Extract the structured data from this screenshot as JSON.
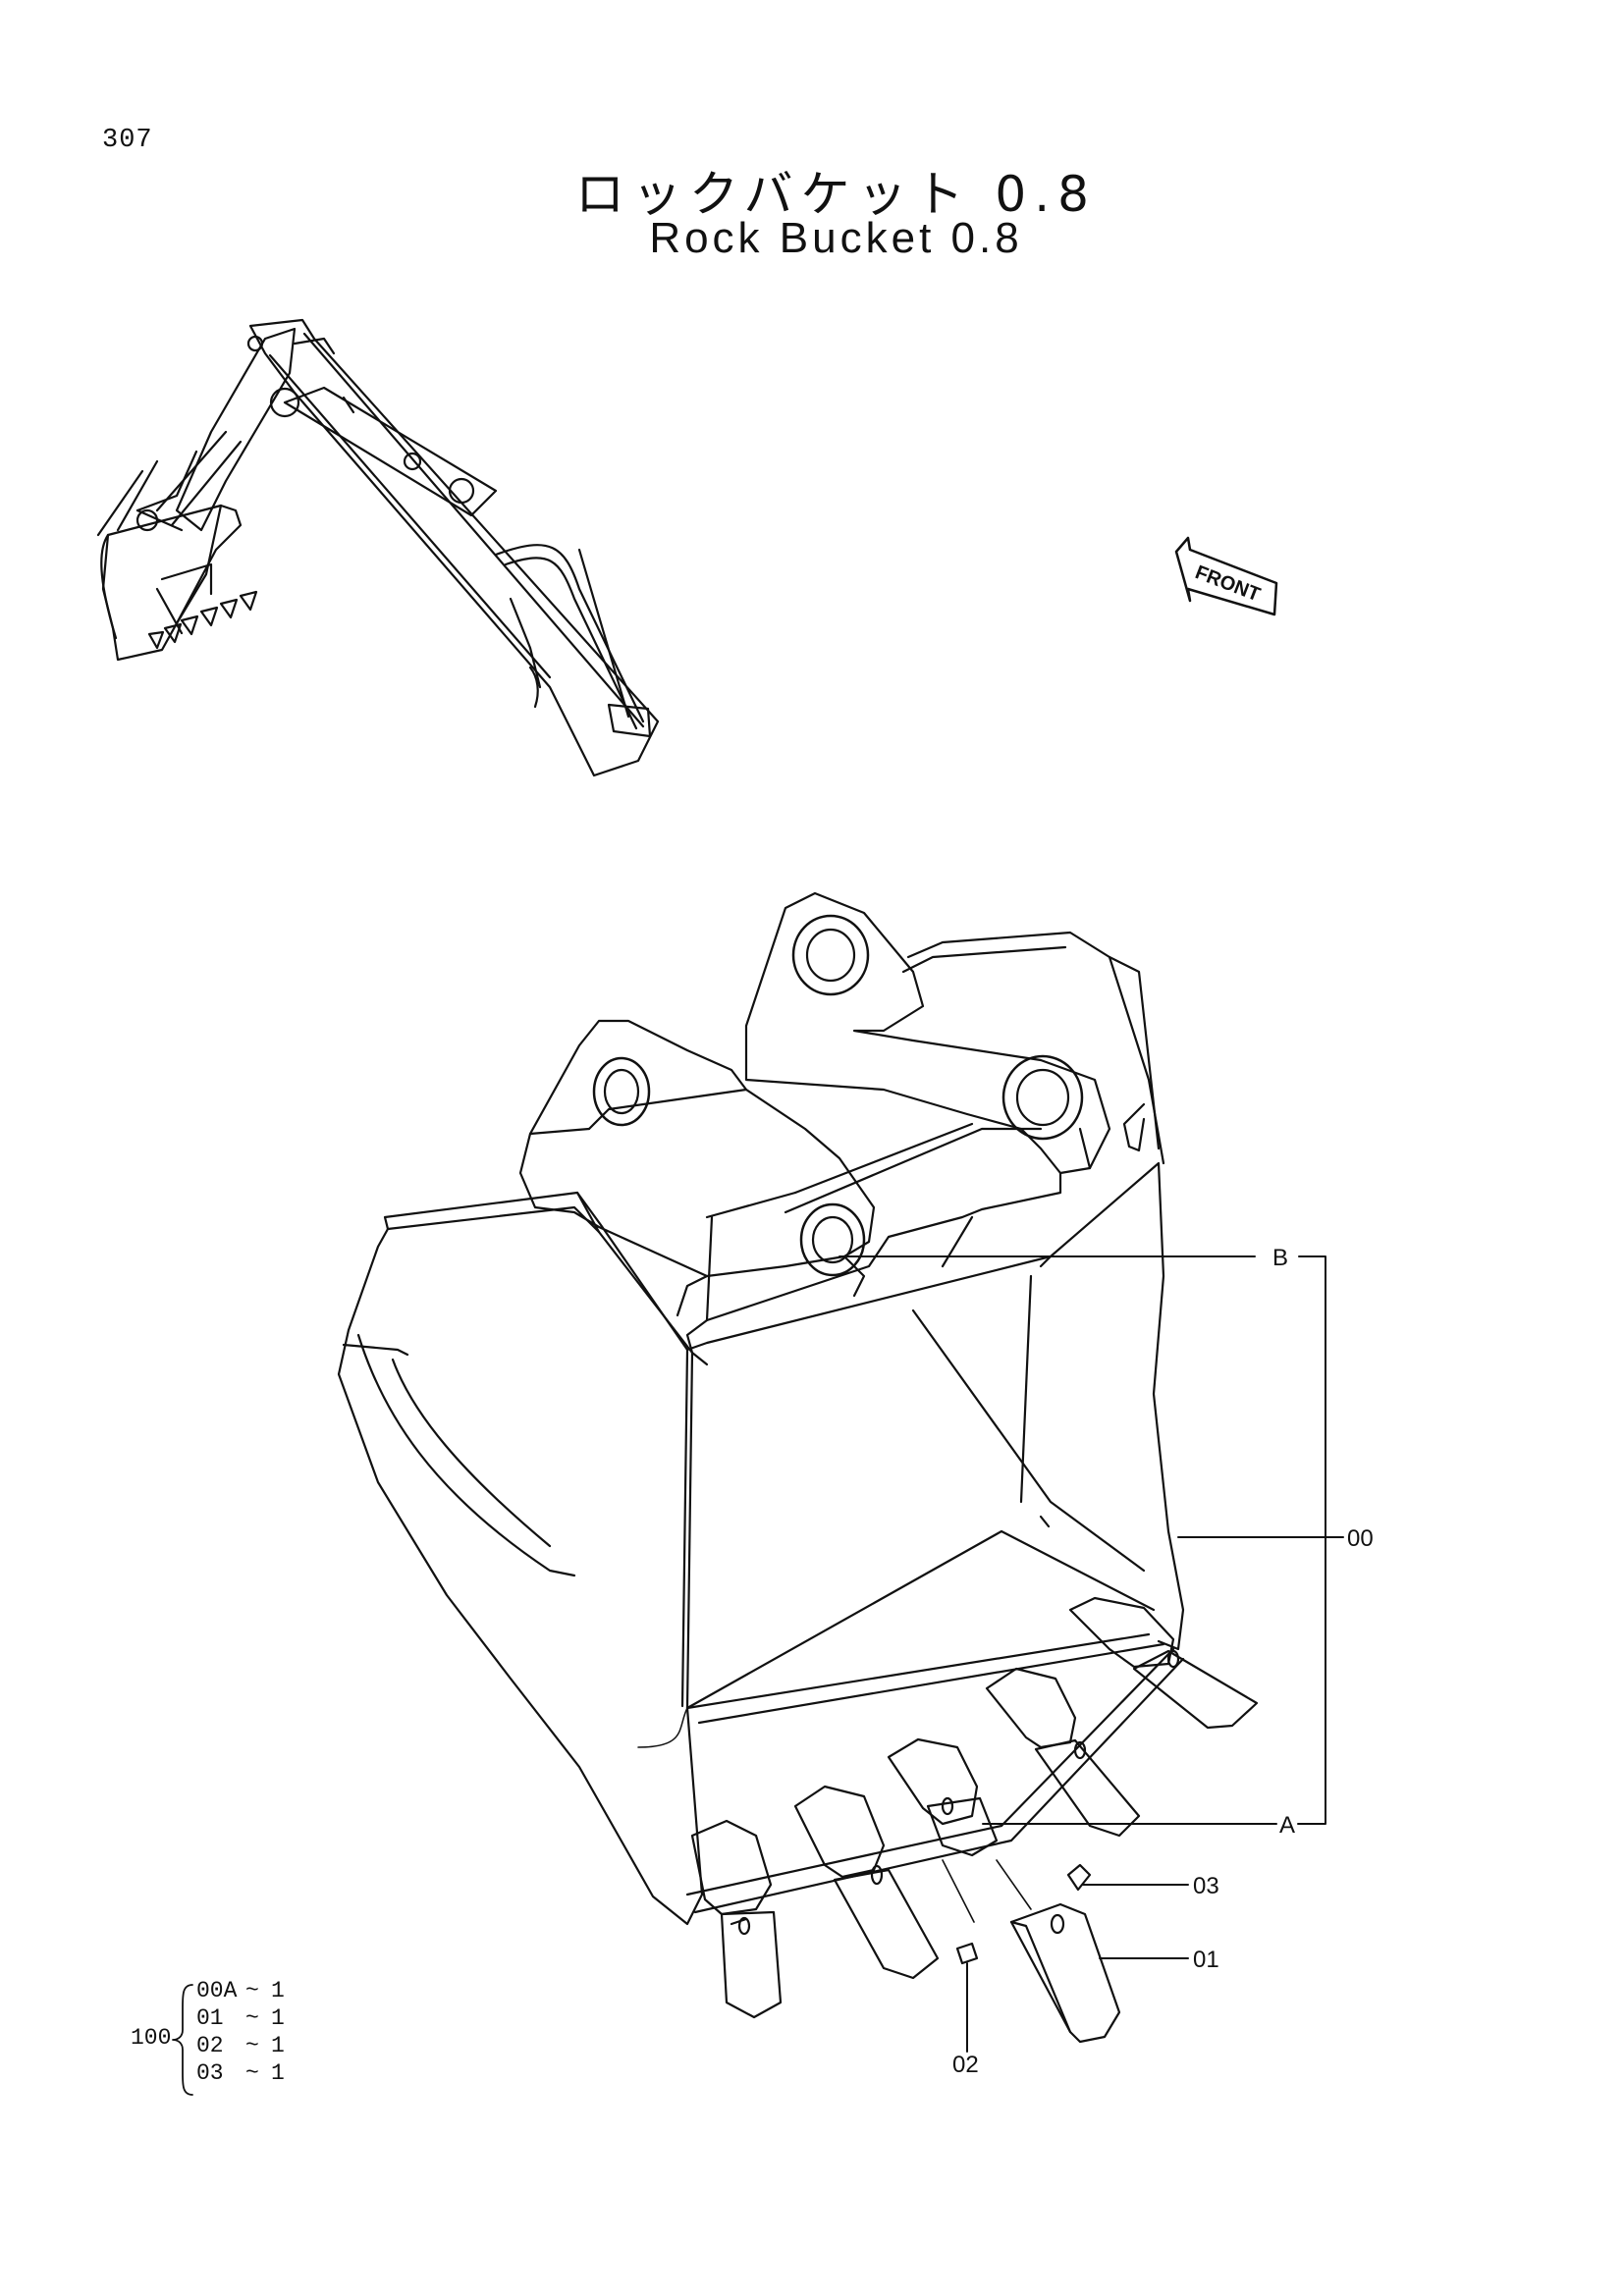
{
  "page": {
    "number": "307"
  },
  "title": {
    "japanese": "ロックバケット 0.8",
    "english": "Rock Bucket 0.8"
  },
  "orientation": {
    "label": "FRONT"
  },
  "callouts": {
    "B": "B",
    "A": "A",
    "part_00": "00",
    "part_03": "03",
    "part_01": "01",
    "part_02": "02"
  },
  "kit": {
    "number": "100",
    "lines": [
      {
        "part": "00A",
        "qty": "1"
      },
      {
        "part": "01",
        "qty": "1"
      },
      {
        "part": "02",
        "qty": "1"
      },
      {
        "part": "03",
        "qty": "1"
      }
    ],
    "separator": "~"
  },
  "icons": [
    "front-arrow-icon",
    "excavator-illustration",
    "bucket-illustration"
  ]
}
